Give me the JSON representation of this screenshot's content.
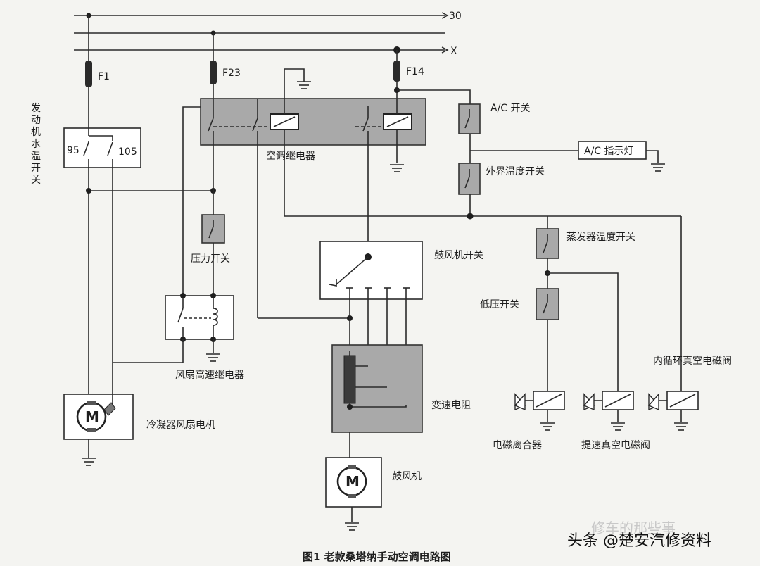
{
  "labels": {
    "bus_30": "30",
    "bus_x": "X",
    "fuse_f1": "F1",
    "fuse_f23": "F23",
    "fuse_f14": "F14",
    "engine_temp_switch": "发动机水温开关",
    "temp_95": "95",
    "temp_105": "105",
    "ac_relay": "空调继电器",
    "ac_switch": "A/C 开关",
    "ac_indicator": "A/C 指示灯",
    "ambient_temp_switch": "外界温度开关",
    "pressure_switch": "压力开关",
    "blower_switch": "鼓风机开关",
    "evaporator_temp_switch": "蒸发器温度开关",
    "low_pressure_switch": "低压开关",
    "recirc_valve": "内循环真空电磁阀",
    "fan_high_relay": "风扇高速继电器",
    "condenser_fan_motor": "冷凝器风扇电机",
    "speed_resistor": "变速电阻",
    "magnetic_clutch": "电磁离合器",
    "idle_up_valve": "提速真空电磁阀",
    "blower": "鼓风机",
    "motor_symbol": "M"
  },
  "caption": "图1  老款桑塔纳手动空调电路图",
  "watermark": {
    "faded": "修车的那些事",
    "main": "头条 @楚安汽修资料"
  }
}
